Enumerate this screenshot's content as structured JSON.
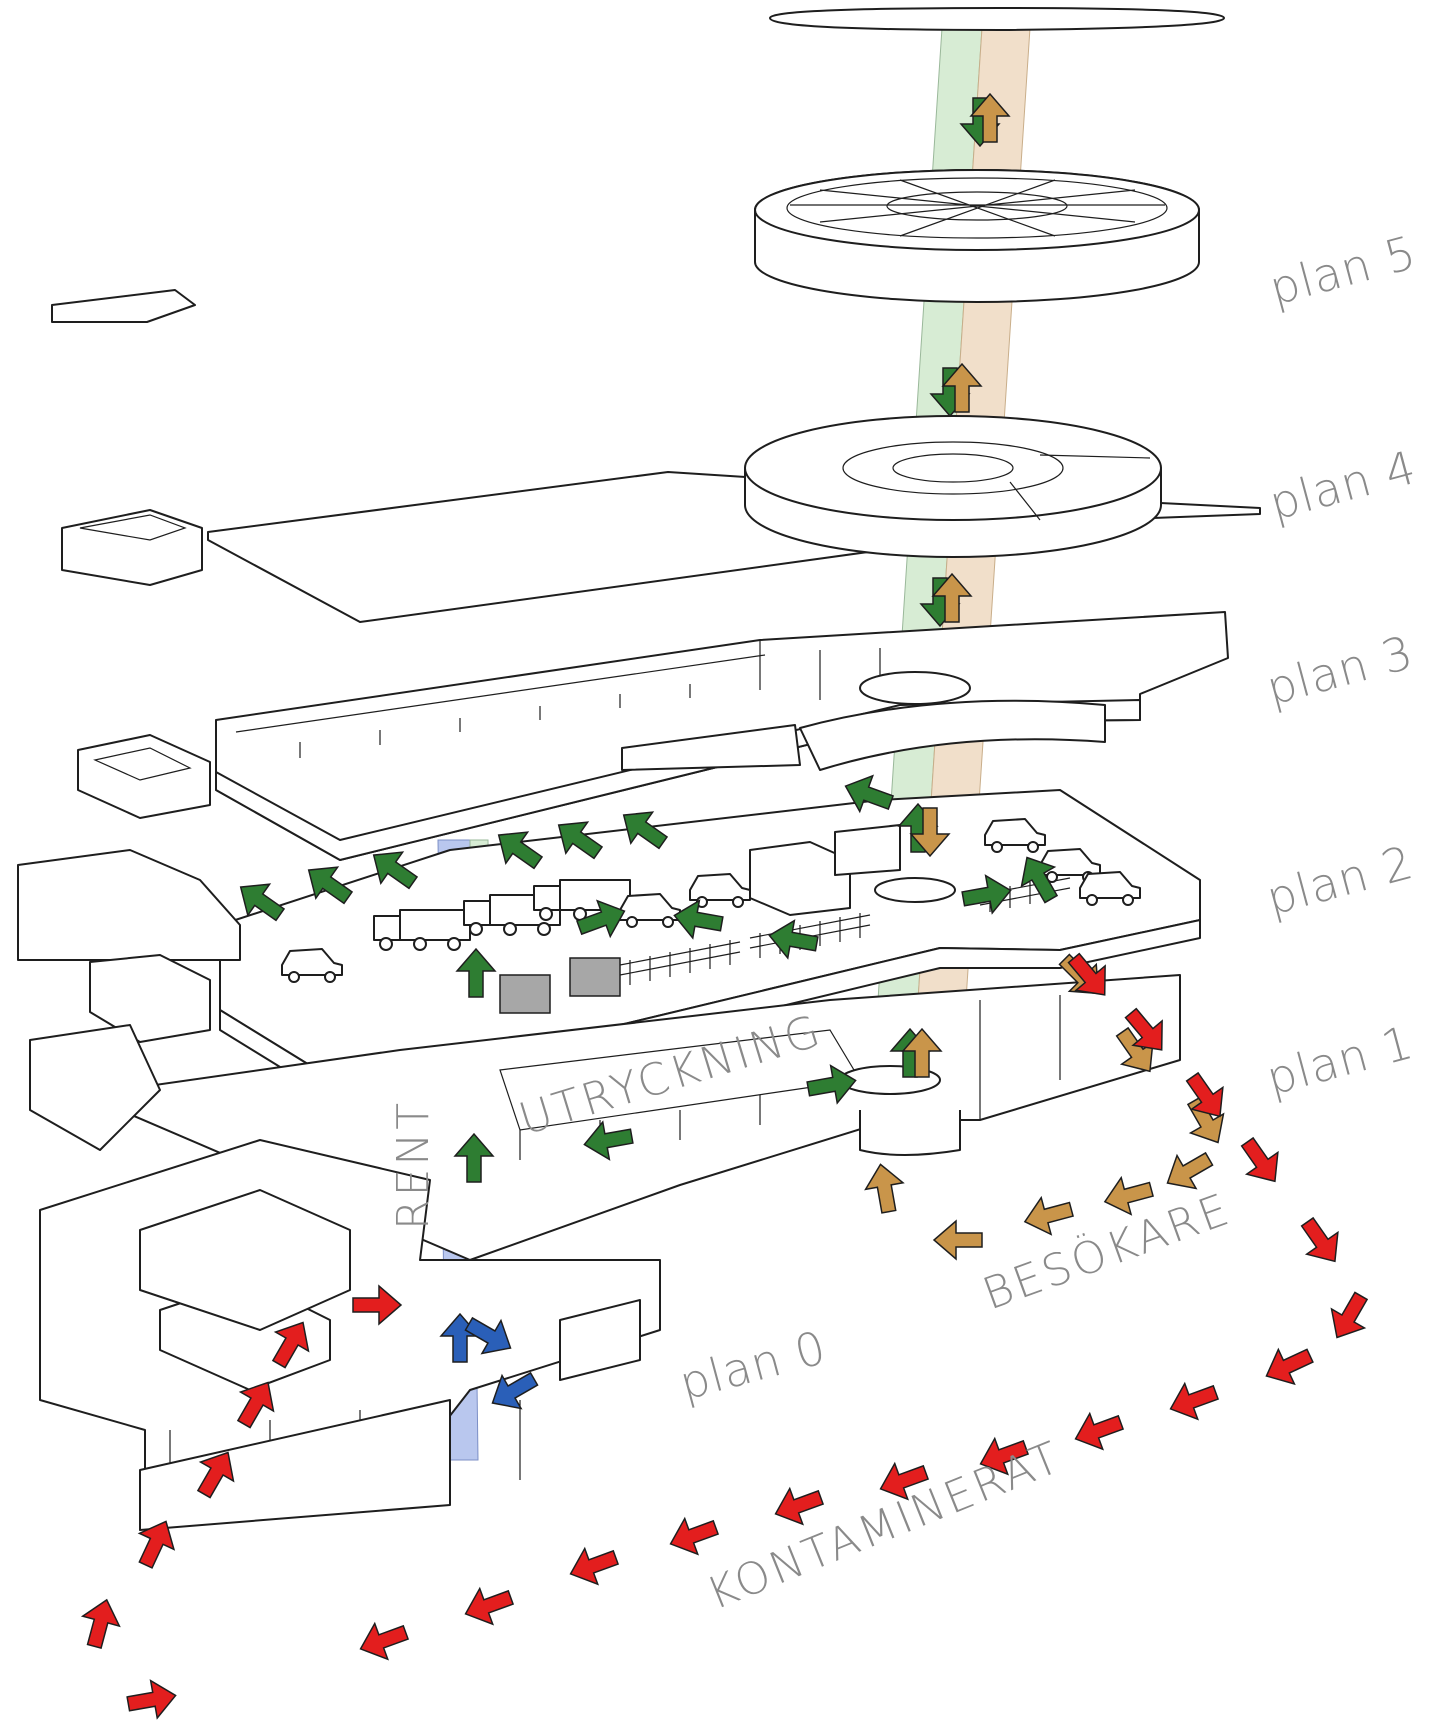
{
  "levels": {
    "plan5": "plan 5",
    "plan4": "plan 4",
    "plan3": "plan 3",
    "plan2": "plan 2",
    "plan1": "plan 1",
    "plan0": "plan 0"
  },
  "flows": {
    "rent": "RENT",
    "utryckning": "UTRYCKNING",
    "besokare": "BESÖKARE",
    "kontaminerat": "KONTAMINERAT"
  },
  "colors": {
    "clean_flow": "#2e7d32",
    "emergency_flow": "#2a5fb8",
    "visitor_flow": "#c9954a",
    "contaminated_flow": "#e31e1e",
    "green_shaft": "#d7ecd4",
    "visitor_shaft": "#f1dfca",
    "blue_shaft": "#b9c7ee",
    "line": "#1e1e1e",
    "label_gray": "#8a8a8a"
  }
}
